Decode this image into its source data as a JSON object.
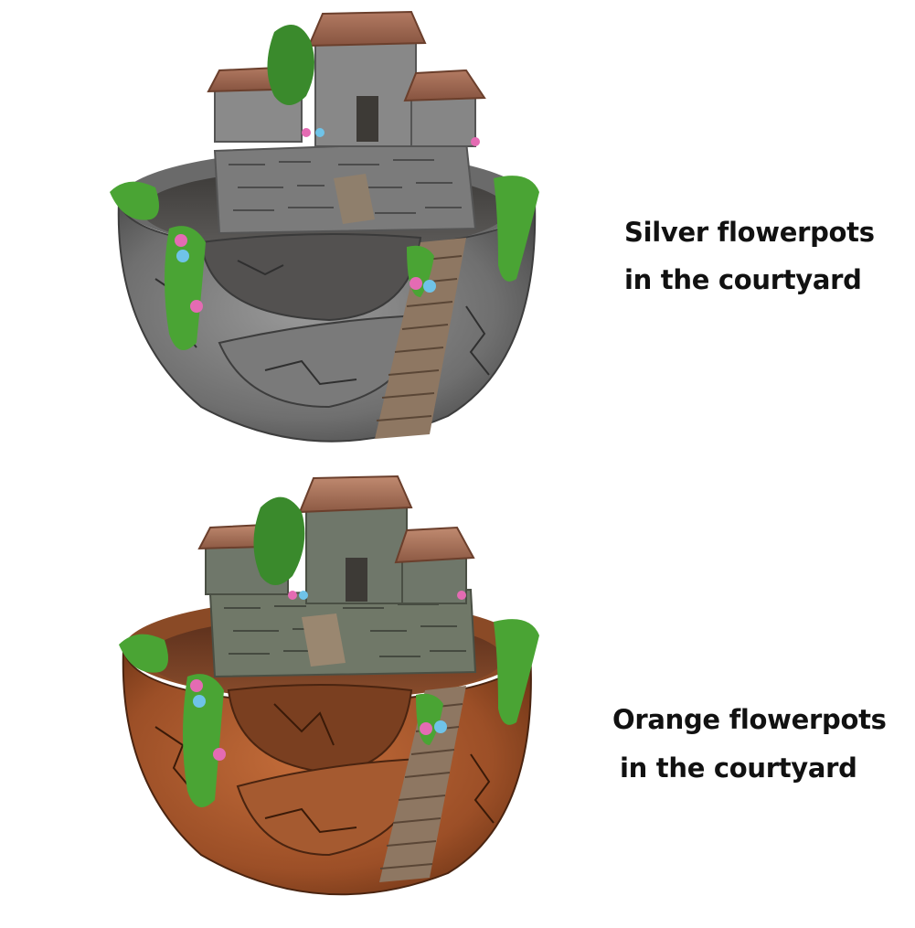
{
  "captions": {
    "silver": {
      "line1": "Silver flowerpots",
      "line2": "in the courtyard"
    },
    "orange": {
      "line1": "Orange flowerpots",
      "line2": "in the courtyard"
    }
  },
  "colors": {
    "background": "#ffffff",
    "text": "#111111",
    "silver_pot": "#7d7d7d",
    "orange_pot": "#a9582e",
    "roof": "#a0674f",
    "moss": "#3f9a2f"
  },
  "images": {
    "silver_pot": "silver-courtyard-flowerpot",
    "orange_pot": "orange-courtyard-flowerpot"
  }
}
